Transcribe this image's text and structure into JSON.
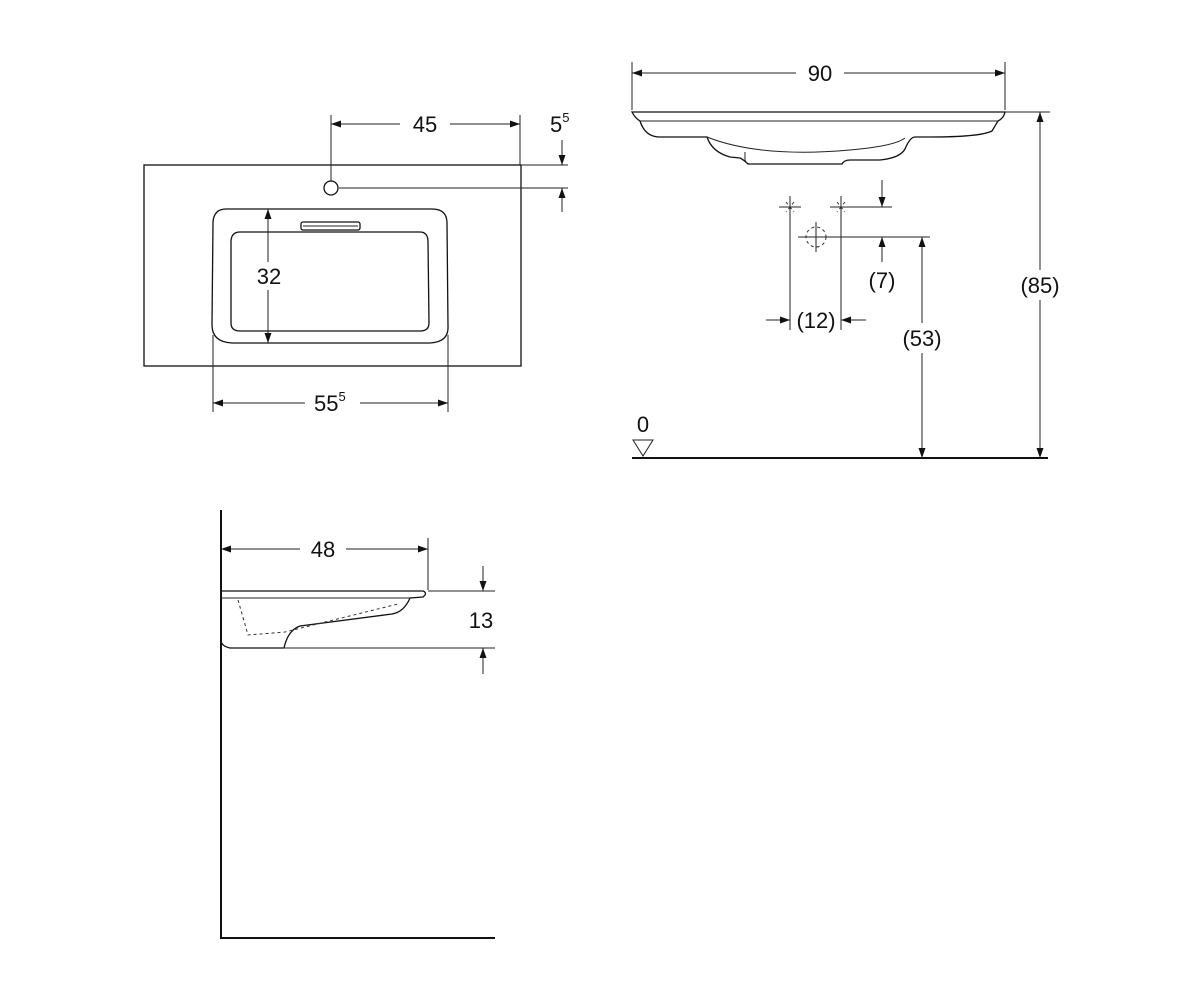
{
  "top_view": {
    "dim_tap_offset": "45",
    "dim_tap_depth": "5",
    "dim_tap_depth_sup": "5",
    "dim_bowl_depth": "32",
    "dim_bowl_width": "55",
    "dim_bowl_width_sup": "5"
  },
  "front_view": {
    "dim_width": "90",
    "dim_waste_height": "(7)",
    "dim_waste_spacing": "(12)",
    "dim_drain_height": "(53)",
    "dim_total_height": "(85)",
    "floor_label": "0"
  },
  "side_view": {
    "dim_projection": "48",
    "dim_thickness": "13"
  }
}
